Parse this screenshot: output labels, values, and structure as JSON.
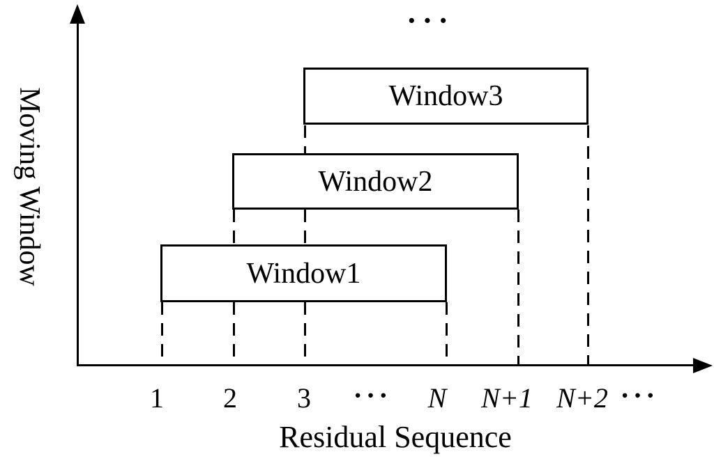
{
  "figure": {
    "type": "moving-window-schematic",
    "top_ellipsis": "···",
    "y_axis_label": "Moving Window",
    "x_axis_label": "Residual Sequence",
    "x_ticks": [
      "1",
      "2",
      "3",
      "···",
      "N",
      "N+1",
      "N+2",
      "···"
    ],
    "windows": [
      {
        "label": "Window1",
        "start_tick": "1",
        "end_tick": "N"
      },
      {
        "label": "Window2",
        "start_tick": "2",
        "end_tick": "N+1"
      },
      {
        "label": "Window3",
        "start_tick": "3",
        "end_tick": "N+2"
      }
    ],
    "line_color": "#000000",
    "background_color": "#ffffff"
  }
}
